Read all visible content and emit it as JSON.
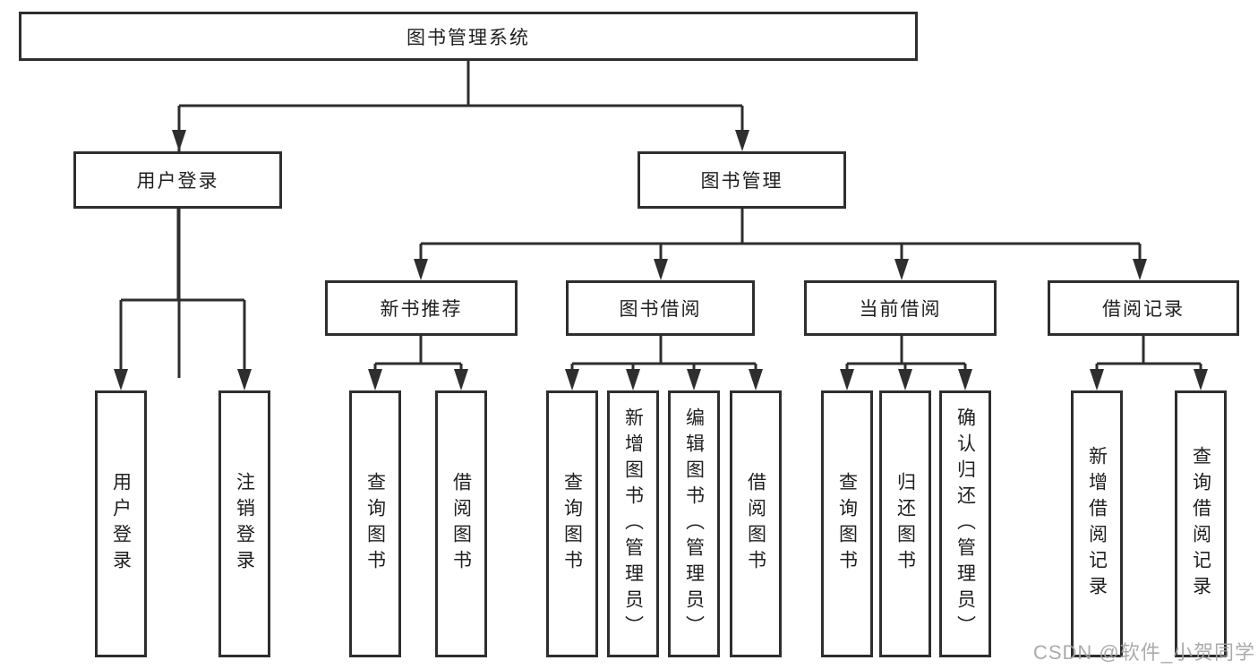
{
  "diagram": {
    "type": "hierarchy-tree",
    "root": {
      "label": "图书管理系统",
      "children": [
        {
          "label": "用户登录",
          "children": [
            {
              "label": "用户登录"
            },
            {
              "label": "注销登录"
            }
          ]
        },
        {
          "label": "图书管理",
          "children": [
            {
              "label": "新书推荐",
              "children": [
                {
                  "label": "查询图书"
                },
                {
                  "label": "借阅图书"
                }
              ]
            },
            {
              "label": "图书借阅",
              "children": [
                {
                  "label": "查询图书"
                },
                {
                  "label": "新增图书（管理员）"
                },
                {
                  "label": "编辑图书（管理员）"
                },
                {
                  "label": "借阅图书"
                }
              ]
            },
            {
              "label": "当前借阅",
              "children": [
                {
                  "label": "查询图书"
                },
                {
                  "label": "归还图书"
                },
                {
                  "label": "确认归还（管理员）"
                }
              ]
            },
            {
              "label": "借阅记录",
              "children": [
                {
                  "label": "新增借阅记录"
                },
                {
                  "label": "查询借阅记录"
                }
              ]
            }
          ]
        }
      ]
    }
  },
  "watermark": {
    "text": "CSDN @软件_小贺同学"
  },
  "colors": {
    "line": "#2e2e2e",
    "box_border": "#2e2e2e",
    "box_fill": "#ffffff",
    "text": "#1f1f1f",
    "watermark": "#a3a3a3"
  }
}
